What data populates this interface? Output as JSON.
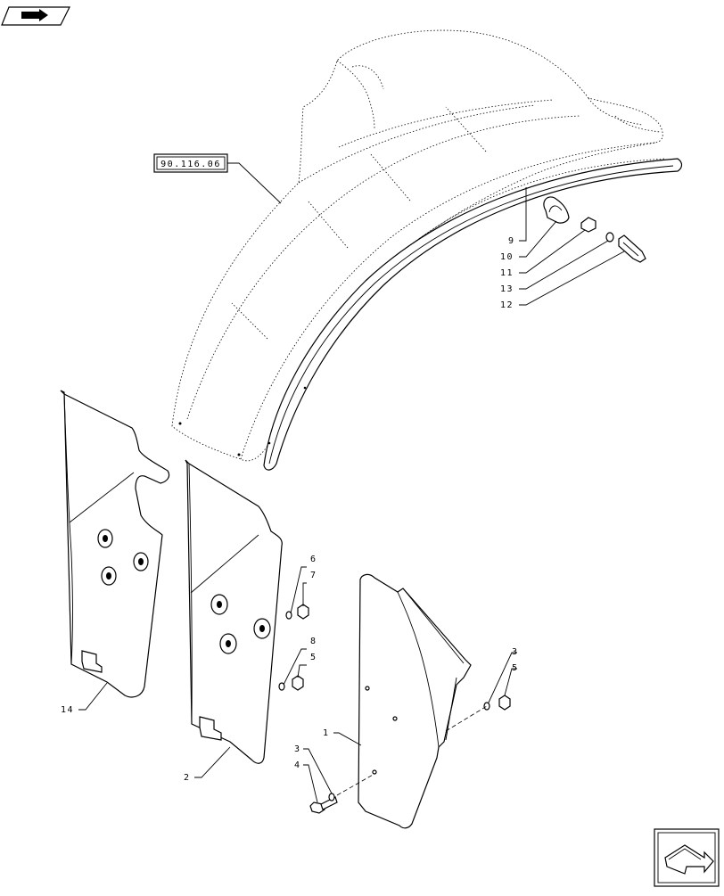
{
  "reference_box": {
    "label": "90.116.06"
  },
  "callouts": {
    "c9": "9",
    "c10": "10",
    "c11": "11",
    "c13": "13",
    "c12": "12",
    "c14": "14",
    "c2": "2",
    "c6": "6",
    "c7": "7",
    "c8": "8",
    "c5a": "5",
    "c3a": "3",
    "c5b": "5",
    "c1": "1",
    "c3b": "3",
    "c4": "4"
  },
  "icons": {
    "top_left": "back-arrow-icon",
    "bottom_right": "next-arrow-icon"
  }
}
